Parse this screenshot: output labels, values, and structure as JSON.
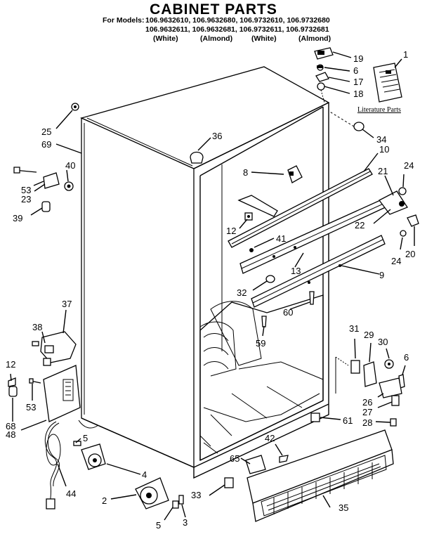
{
  "header": {
    "title": "CABINET PARTS",
    "models_label": "For Models:",
    "models_row1": "106.9632610, 106.9632680, 106.9732610, 106.9732680",
    "models_row2": "106.9632611, 106.9632681, 106.9732611, 106.9732681",
    "color_labels": [
      "(White)",
      "(Almond)",
      "(White)",
      "(Almond)"
    ]
  },
  "literature_label": "Literature Parts",
  "callouts": {
    "c1": "1",
    "c2": "2",
    "c3": "3",
    "c4": "4",
    "c5a": "5",
    "c5b": "5",
    "c6a": "6",
    "c6b": "6",
    "c8": "8",
    "c9": "9",
    "c10": "10",
    "c12a": "12",
    "c12b": "12",
    "c13": "13",
    "c17": "17",
    "c18": "18",
    "c19": "19",
    "c20": "20",
    "c21": "21",
    "c22": "22",
    "c23": "23",
    "c24a": "24",
    "c24b": "24",
    "c25": "25",
    "c26": "26",
    "c27": "27",
    "c28": "28",
    "c29": "29",
    "c30": "30",
    "c31": "31",
    "c32": "32",
    "c33": "33",
    "c34": "34",
    "c35": "35",
    "c36": "36",
    "c37": "37",
    "c38": "38",
    "c39": "39",
    "c40": "40",
    "c41": "41",
    "c42": "42",
    "c44": "44",
    "c48": "48",
    "c53a": "53",
    "c53b": "53",
    "c59": "59",
    "c60": "60",
    "c61": "61",
    "c65": "65",
    "c68": "68",
    "c69": "69"
  }
}
